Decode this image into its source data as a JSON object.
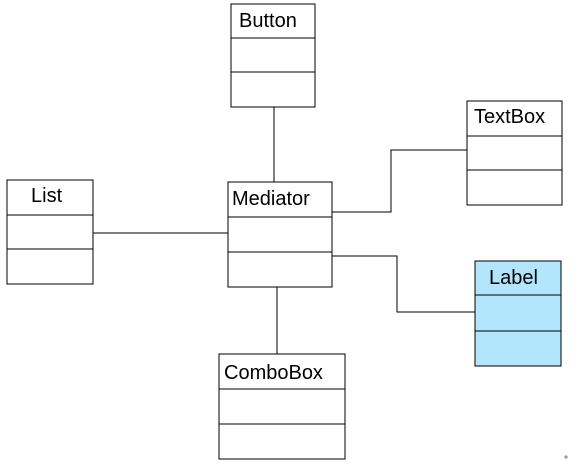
{
  "colors": {
    "line": "#000000",
    "box_fill": "#ffffff",
    "highlight_fill": "#b3e5fc",
    "marker": "#808080"
  },
  "classes": {
    "button": {
      "name": "Button"
    },
    "textbox": {
      "name": "TextBox"
    },
    "list": {
      "name": "List"
    },
    "mediator": {
      "name": "Mediator"
    },
    "label": {
      "name": "Label"
    },
    "combobox": {
      "name": "ComboBox"
    }
  }
}
